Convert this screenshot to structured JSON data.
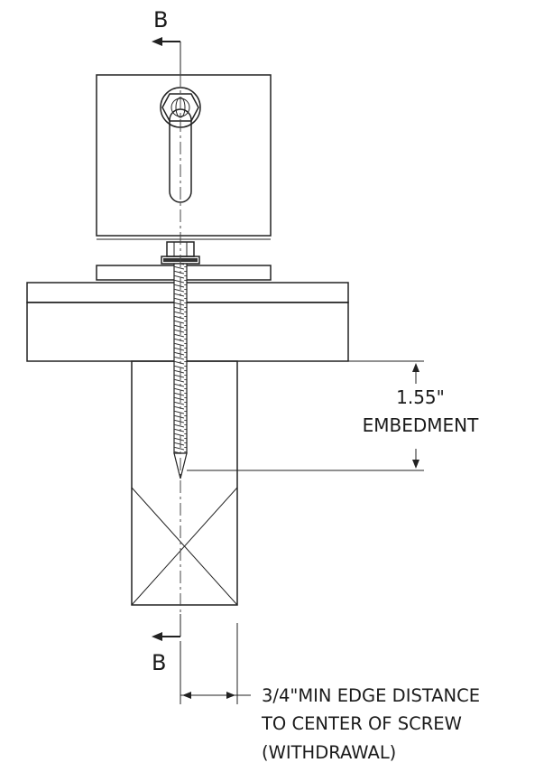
{
  "section": {
    "top_label": "B",
    "bottom_label": "B"
  },
  "dimension": {
    "value": "1.55\"",
    "label": "EMBEDMENT"
  },
  "note": {
    "line1": "3/4\"MIN EDGE DISTANCE",
    "line2": "TO CENTER OF SCREW",
    "line3": "(WITHDRAWAL)"
  }
}
